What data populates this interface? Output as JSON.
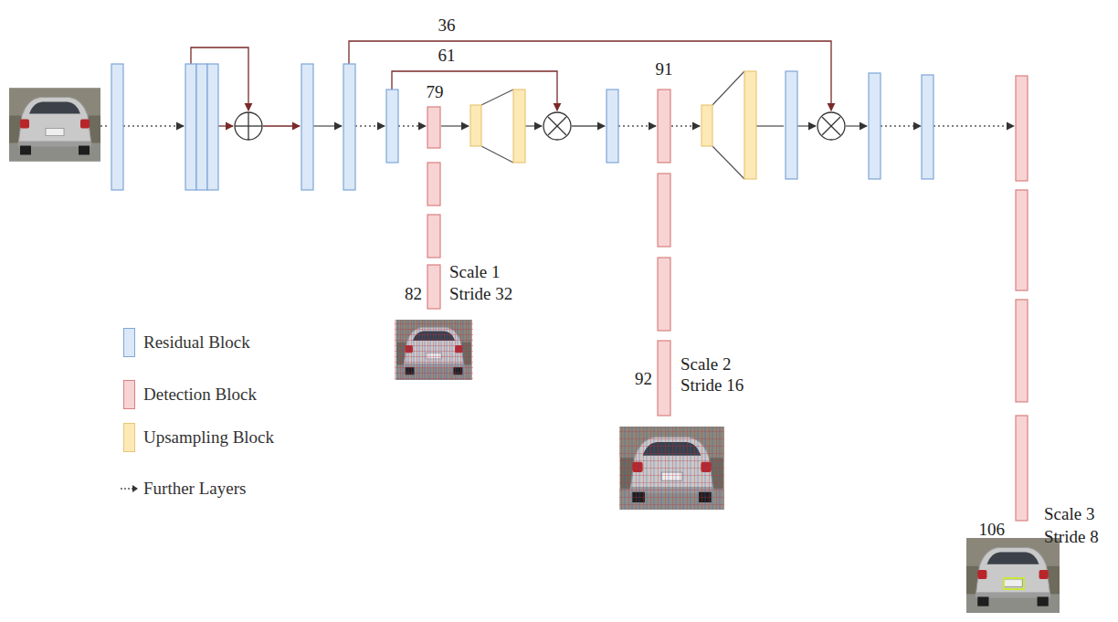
{
  "diagram": {
    "labels": [
      "36",
      "61",
      "79",
      "91",
      "82",
      "Scale 1",
      "Stride 32",
      "92",
      "Scale 2",
      "Stride 16",
      "106",
      "Scale 3",
      "Stride 8"
    ],
    "legend": [
      {
        "text": "Residual Block",
        "color": "#dae8f8"
      },
      {
        "text": "Detection Block",
        "color": "#f8d3d3"
      },
      {
        "text": "Upsampling Block",
        "color": "#fde9b5"
      },
      {
        "text": "Further Layers"
      }
    ]
  }
}
